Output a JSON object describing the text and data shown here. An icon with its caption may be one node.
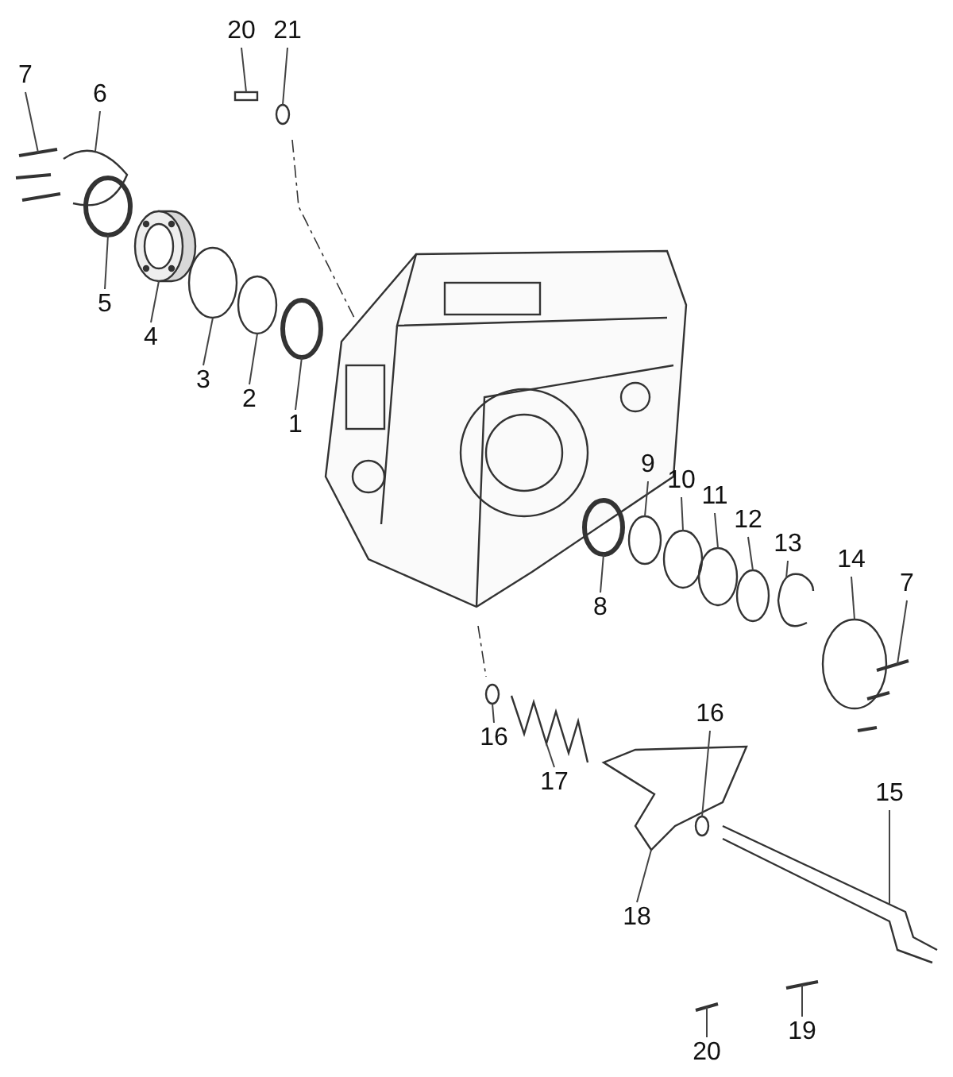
{
  "diagram": {
    "nodes": [
      {
        "text": [
          "7"
        ]
      },
      {
        "text": [
          "6"
        ]
      },
      {
        "text": [
          "20"
        ]
      },
      {
        "text": [
          "21"
        ]
      },
      {
        "text": [
          "5"
        ]
      },
      {
        "text": [
          "4"
        ]
      },
      {
        "text": [
          "3"
        ]
      },
      {
        "text": [
          "2"
        ]
      },
      {
        "text": [
          "1"
        ]
      },
      {
        "text": [
          "9"
        ]
      },
      {
        "text": [
          "10"
        ]
      },
      {
        "text": [
          "11"
        ]
      },
      {
        "text": [
          "12"
        ]
      },
      {
        "text": [
          "13"
        ]
      },
      {
        "text": [
          "14"
        ]
      },
      {
        "text": [
          "7"
        ]
      },
      {
        "text": [
          "8"
        ]
      },
      {
        "text": [
          "16"
        ]
      },
      {
        "text": [
          "16"
        ]
      },
      {
        "text": [
          "17"
        ]
      },
      {
        "text": [
          "15"
        ]
      },
      {
        "text": [
          "18"
        ]
      },
      {
        "text": [
          "19"
        ]
      },
      {
        "text": [
          "20"
        ]
      },
      {
        "text": [],
        "shape": "picture"
      },
      {
        "text": [],
        "shape": "picture"
      },
      {
        "text": [],
        "shape": "box"
      },
      {
        "text": [],
        "shape": "circle"
      },
      {
        "text": [],
        "shape": "circle"
      },
      {
        "text": [],
        "shape": "picture"
      },
      {
        "text": [],
        "shape": "circle"
      },
      {
        "text": [],
        "shape": "circle"
      },
      {
        "text": [],
        "shape": "circle"
      },
      {
        "text": [],
        "shape": "circle"
      },
      {
        "text": [],
        "shape": "circle"
      },
      {
        "text": [],
        "shape": "circle"
      },
      {
        "text": [],
        "shape": "circle"
      },
      {
        "text": [],
        "shape": "picture"
      },
      {
        "text": [],
        "shape": "circle"
      },
      {
        "text": [],
        "shape": "picture"
      },
      {
        "text": [],
        "shape": "circle"
      },
      {
        "text": [],
        "shape": "circle"
      },
      {
        "text": [],
        "shape": "circle"
      },
      {
        "text": [],
        "shape": "picture"
      },
      {
        "text": [],
        "shape": "picture"
      },
      {
        "text": [],
        "shape": "picture"
      },
      {
        "text": [],
        "shape": "picture"
      },
      {
        "text": [],
        "shape": "picture"
      }
    ],
    "edges": [
      {
        "from": 0,
        "to": 24,
        "arrow": "none"
      },
      {
        "from": 1,
        "to": 25,
        "arrow": "none"
      },
      {
        "from": 2,
        "to": 26,
        "arrow": "none"
      },
      {
        "from": 3,
        "to": 27,
        "arrow": "none"
      },
      {
        "from": 4,
        "to": 28,
        "arrow": "none"
      },
      {
        "from": 5,
        "to": 29,
        "arrow": "none"
      },
      {
        "from": 6,
        "to": 30,
        "arrow": "none"
      },
      {
        "from": 7,
        "to": 31,
        "arrow": "none"
      },
      {
        "from": 8,
        "to": 32,
        "arrow": "none"
      },
      {
        "from": 9,
        "to": 33,
        "arrow": "none"
      },
      {
        "from": 10,
        "to": 34,
        "arrow": "none"
      },
      {
        "from": 11,
        "to": 35,
        "arrow": "none"
      },
      {
        "from": 12,
        "to": 36,
        "arrow": "none"
      },
      {
        "from": 13,
        "to": 37,
        "arrow": "none"
      },
      {
        "from": 14,
        "to": 38,
        "arrow": "none"
      },
      {
        "from": 15,
        "to": 39,
        "arrow": "none"
      },
      {
        "from": 16,
        "to": 40,
        "arrow": "none"
      },
      {
        "from": 17,
        "to": 41,
        "arrow": "none"
      },
      {
        "from": 18,
        "to": 42,
        "arrow": "none"
      },
      {
        "from": 19,
        "to": 43,
        "arrow": "none"
      },
      {
        "from": 20,
        "to": 44,
        "arrow": "none"
      },
      {
        "from": 21,
        "to": 45,
        "arrow": "none"
      },
      {
        "from": 22,
        "to": 46,
        "arrow": "none"
      },
      {
        "from": 23,
        "to": 47,
        "arrow": "none"
      }
    ]
  }
}
